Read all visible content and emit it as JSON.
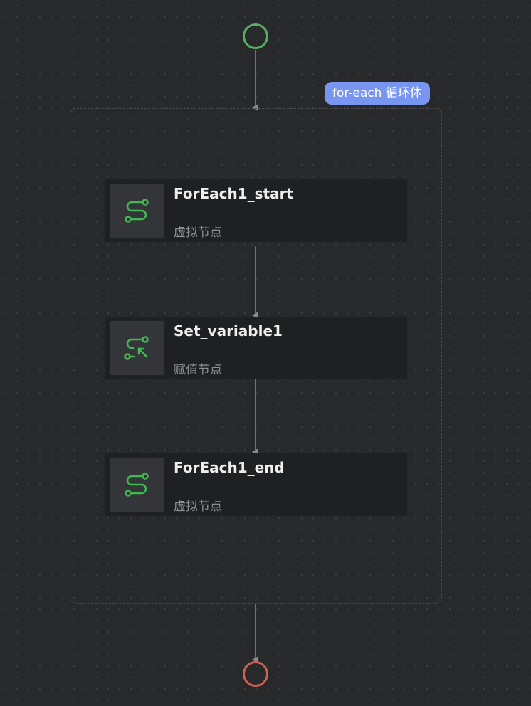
{
  "loop": {
    "badge_label": "for-each 循环体"
  },
  "nodes": [
    {
      "title": "ForEach1_start",
      "subtitle": "虚拟节点",
      "icon": "route-icon"
    },
    {
      "title": "Set_variable1",
      "subtitle": "赋值节点",
      "icon": "assign-variable-icon"
    },
    {
      "title": "ForEach1_end",
      "subtitle": "虚拟节点",
      "icon": "route-icon"
    }
  ],
  "colors": {
    "canvas": "#28292b",
    "start": "#5aac66",
    "end": "#d45f51",
    "badge": "#7895f0",
    "icon": "#3fb950",
    "edge": "#8a8b8e"
  }
}
